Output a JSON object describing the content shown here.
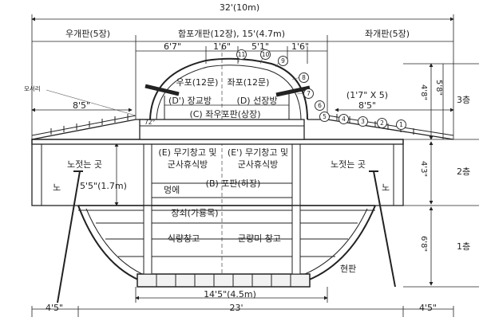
{
  "dimensions": {
    "top_total": "32'(10m)",
    "right_panel": "우개판(5장)",
    "center_panel": "함포개판(12장), 15'(4.7m)",
    "left_panel": "좌개판(5장)",
    "roof_left": "6'7\"",
    "roof_mid_a": "1'6\"",
    "roof_mid_b": "5'1\"",
    "roof_right": "1'6\"",
    "left_8_5": "8'5\"",
    "right_8_5": "8'5\"",
    "plank_spec": "(1'7\" X 5)",
    "height_4_8": "4'8\"",
    "height_5_8": "5'8\"",
    "height_4_3": "4'3\"",
    "height_6_8": "6'8\"",
    "height_5_5": "5'5\"(1.7m)",
    "bottom_14_5": "14'5\"(4.5m)",
    "bottom_4_5_left": "4'5\"",
    "bottom_4_5_right": "4'5\"",
    "bottom_total": "23'",
    "angle": "72°"
  },
  "floors": {
    "third": "3층",
    "second": "2층",
    "first": "1층"
  },
  "labels": {
    "right_gun": "우포(12문)",
    "left_gun": "좌포(12문)",
    "d_prime": "(D') 장교방",
    "d": "(D) 선장방",
    "c": "(C) 좌우포판(상장)",
    "e_line1": "(E) 무기창고 및",
    "e_line2": "군사휴식방",
    "e_prime_line1": "(E') 무기창고 및",
    "e_prime_line2": "군사휴식방",
    "rowing_left": "노젓는 곳",
    "rowing_right": "노젓는 곳",
    "oar_left": "노",
    "oar_right": "노",
    "myeonge": "멍에",
    "b": "(B) 포판(하장)",
    "jangsoe": "장쇠(가룡목)",
    "food": "식량창고",
    "rice": "군량미 창고",
    "hyeonpan": "현판",
    "moseori": "모서리"
  },
  "plank_numbers": [
    "1",
    "2",
    "3",
    "4",
    "5",
    "6",
    "7",
    "8",
    "9",
    "10",
    "11"
  ]
}
